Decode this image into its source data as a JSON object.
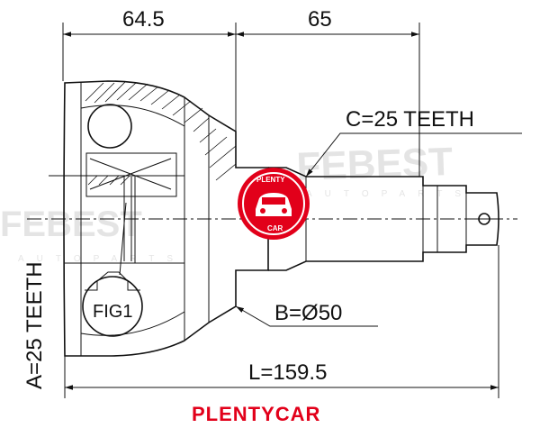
{
  "dimensions": {
    "top_left": "64.5",
    "top_right": "65",
    "spline_outer": "C=25 TEETH",
    "spline_inner": "A=25 TEETH",
    "bearing_diameter": "B=Ø50",
    "total_length": "L=159.5"
  },
  "figure_label": "FIG1",
  "watermark": {
    "brand": "FEBEST",
    "sub": "AUTOPARTS"
  },
  "logo": {
    "top_text": "PLENTY",
    "bottom_text": "CAR",
    "color": "#e2001a"
  },
  "footer": {
    "brand": "PLENTYCAR",
    "color": "#e2001a"
  }
}
